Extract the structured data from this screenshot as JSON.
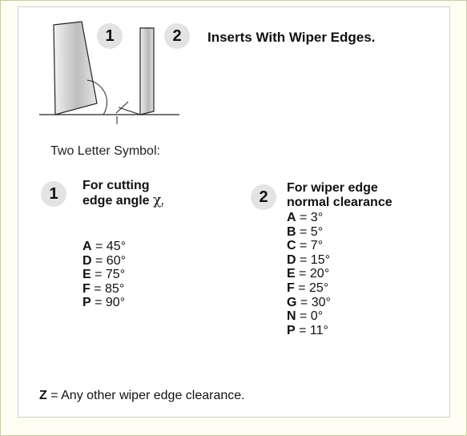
{
  "header": {
    "title": "Inserts With Wiper Edges.",
    "badge1": "1",
    "badge2": "2"
  },
  "subtitle": "Two Letter Symbol:",
  "column1": {
    "badge": "1",
    "heading_line1": "For cutting",
    "heading_line2_prefix": "edge angle ",
    "symbol": "χ",
    "symbol_sub": "r",
    "items": [
      {
        "letter": "A",
        "value": " = 45°"
      },
      {
        "letter": "D",
        "value": " = 60°"
      },
      {
        "letter": "E",
        "value": " = 75°"
      },
      {
        "letter": "F",
        "value": " = 85°"
      },
      {
        "letter": "P",
        "value": " = 90°"
      }
    ]
  },
  "column2": {
    "badge": "2",
    "heading_line1": "For wiper edge",
    "heading_line2": "normal clearance",
    "items": [
      {
        "letter": "A",
        "value": " = 3°"
      },
      {
        "letter": "B",
        "value": " = 5°"
      },
      {
        "letter": "C",
        "value": " = 7°"
      },
      {
        "letter": "D",
        "value": " = 15°"
      },
      {
        "letter": "E",
        "value": " = 20°"
      },
      {
        "letter": "F",
        "value": " = 25°"
      },
      {
        "letter": "G",
        "value": " = 30°"
      },
      {
        "letter": "N",
        "value": " = 0°"
      },
      {
        "letter": "P",
        "value": " = 11°"
      }
    ]
  },
  "footer": {
    "letter": "Z",
    "text": " = Any other wiper edge clearance."
  },
  "colors": {
    "background": "#fffef3",
    "card": "#ffffff",
    "badge": "#e3e3e3",
    "insert_fill": "#c8c8c8"
  }
}
